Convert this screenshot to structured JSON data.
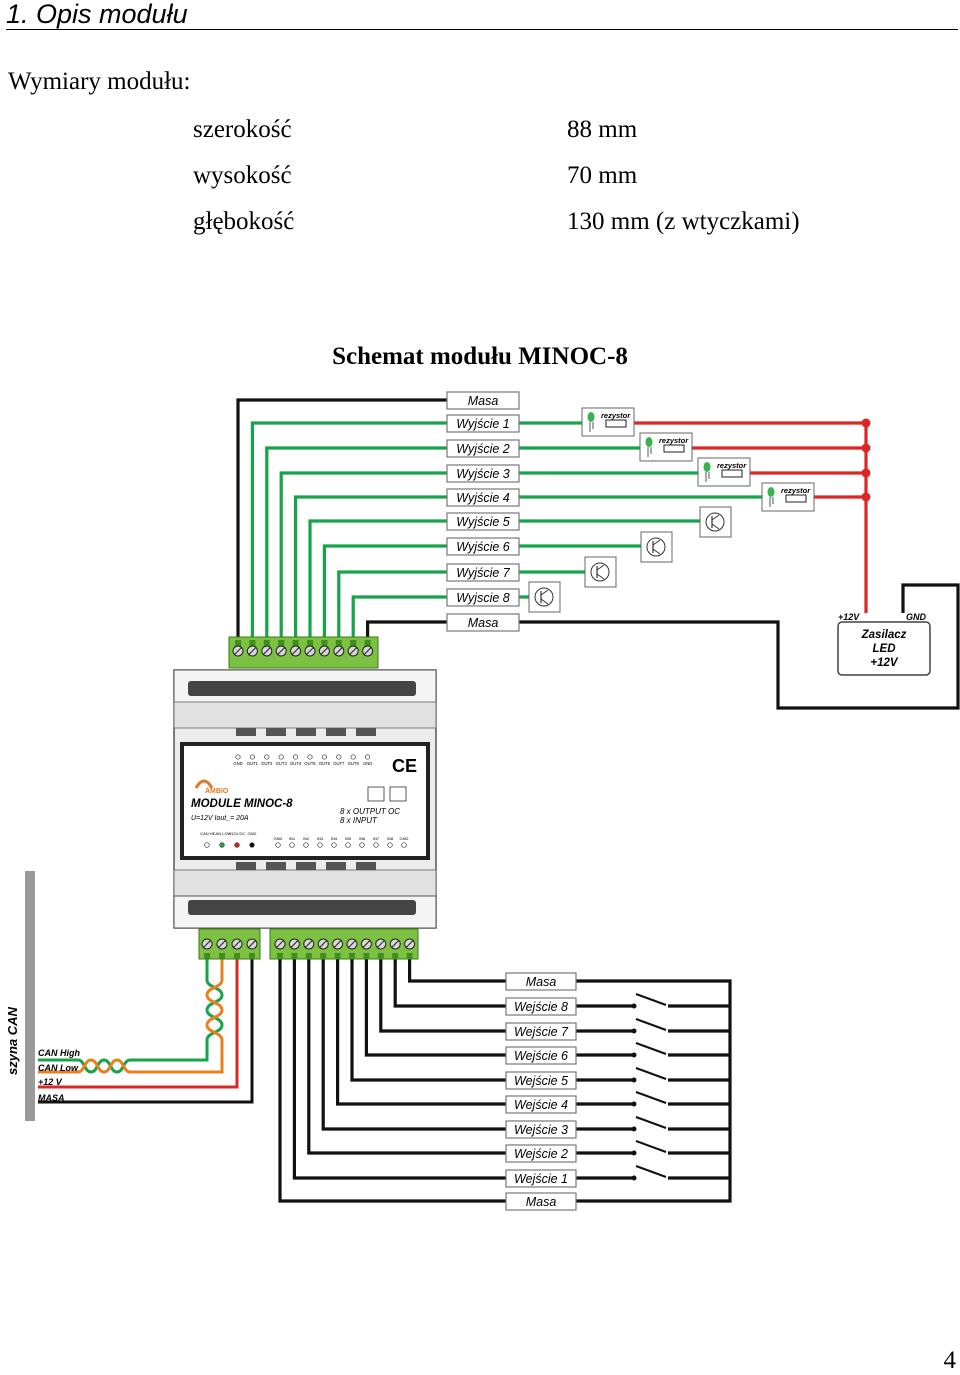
{
  "heading": "1. Opis modułu",
  "dimensions": {
    "title": "Wymiary modułu:",
    "rows": [
      {
        "name": "szerokość",
        "value": "88 mm"
      },
      {
        "name": "wysokość",
        "value": "70 mm"
      },
      {
        "name": "głębokość",
        "value": "130 mm (z wtyczkami)"
      }
    ]
  },
  "schematic": {
    "title": "Schemat modułu MINOC-8",
    "output_labels": [
      "Masa",
      "Wyjście 1",
      "Wyjście 2",
      "Wyjście 3",
      "Wyjście 4",
      "Wyjście 5",
      "Wyjście 6",
      "Wyjście 7",
      "Wyjscie 8",
      "Masa"
    ],
    "input_labels": [
      "Masa",
      "Wejście 8",
      "Wejście 7",
      "Wejście 6",
      "Wejście 5",
      "Wejście 4",
      "Wejście 3",
      "Wejście 2",
      "Wejście 1",
      "Masa"
    ],
    "resistor_label": "rezystor",
    "psu": {
      "line1": "Zasilacz",
      "line2": "LED",
      "line3": "+12V",
      "plus": "+12V",
      "gnd": "GND"
    },
    "can": {
      "bus": "szyna CAN",
      "high": "CAN High",
      "low": "CAN Low",
      "v12": "+12 V",
      "masa": "MASA"
    },
    "module": {
      "name": "MODULE MINOC-8",
      "spec": "U=12V   Iout_= 20A",
      "outputs": "8 x OUTPUT OC",
      "inputs": "8 x INPUT",
      "ce": "CE",
      "brand": "AMBIO",
      "top_pins": [
        "GND",
        "OUT1",
        "OUT2",
        "OUT3",
        "OUT4",
        "OUT5",
        "OUT6",
        "OUT7",
        "OUT8",
        "GND"
      ],
      "bottom_pins": [
        "CAN HI",
        "CAN LOW",
        "+12V DC",
        "GND",
        "GND",
        "IN1",
        "IN2",
        "IN3",
        "IN4",
        "IN5",
        "IN6",
        "IN7",
        "IN8",
        "GND"
      ]
    }
  },
  "page_number": "4",
  "colors": {
    "green": "#16a34a",
    "red": "#dc2626",
    "orange": "#e88020",
    "black": "#111111",
    "terminal": "#7dc142",
    "gray": "#999999"
  }
}
